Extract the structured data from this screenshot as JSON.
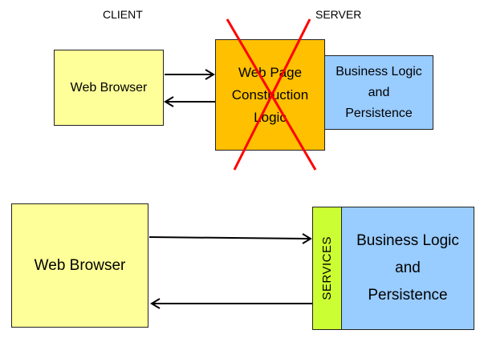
{
  "top": {
    "client_label": "CLIENT",
    "server_label": "SERVER",
    "browser_box": {
      "label": "Web Browser"
    },
    "construction_box": {
      "lines": [
        "Web Page",
        "Construction",
        "Logic"
      ]
    },
    "logic_box": {
      "lines": [
        "Business Logic",
        "and",
        "Persistence"
      ]
    }
  },
  "bottom": {
    "browser_box": {
      "label": "Web Browser"
    },
    "services_bar": {
      "label": "SERVICES"
    },
    "logic_box": {
      "lines": [
        "Business Logic",
        "and",
        "Persistence"
      ]
    }
  },
  "colors": {
    "browser": "#ffff99",
    "construction": "#ffc000",
    "logic": "#99ccff",
    "services": "#ccff33",
    "cross": "#ff0000"
  }
}
